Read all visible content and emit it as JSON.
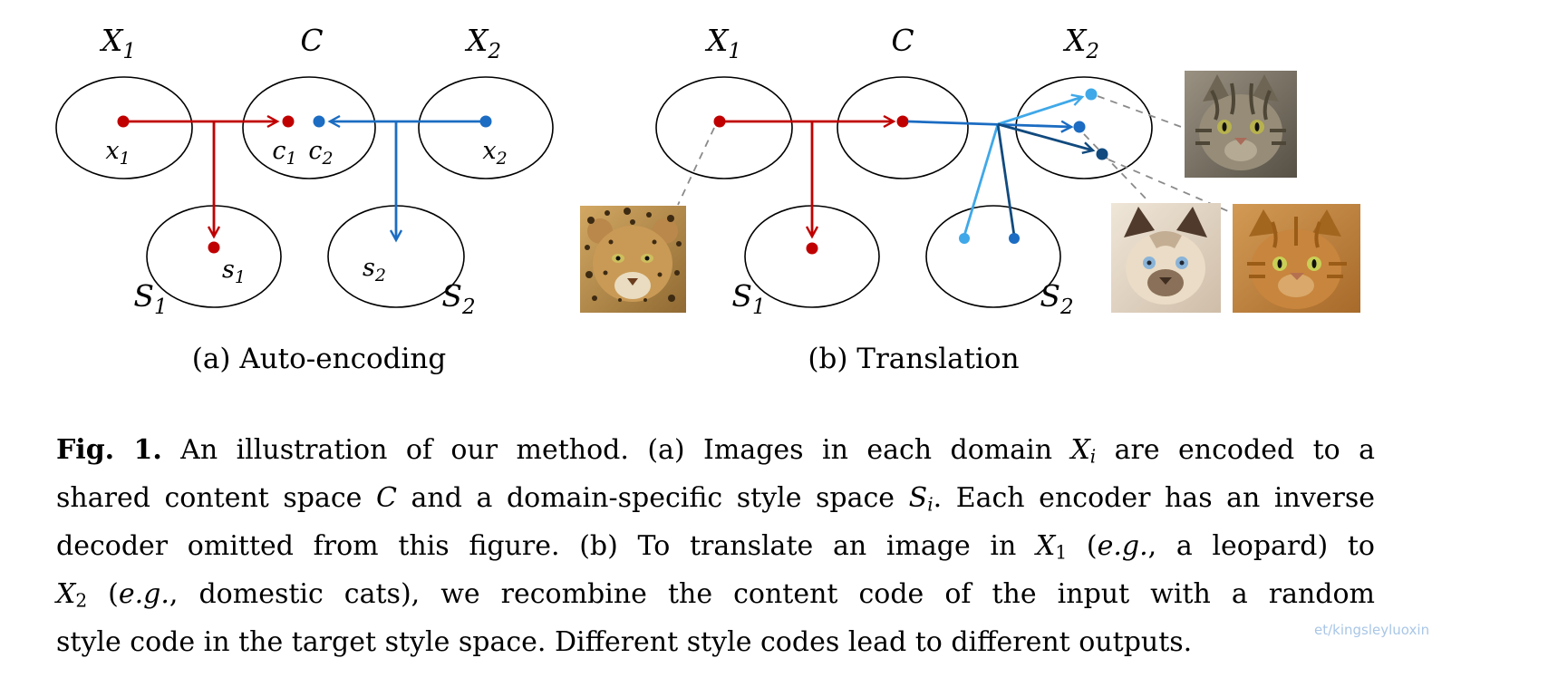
{
  "panel_a": {
    "caption": "(a) Auto-encoding",
    "labels": {
      "X1": {
        "base": "X",
        "sub": "1"
      },
      "C": {
        "base": "C",
        "sub": ""
      },
      "X2": {
        "base": "X",
        "sub": "2"
      },
      "S1": {
        "base": "S",
        "sub": "1"
      },
      "S2": {
        "base": "S",
        "sub": "2"
      },
      "x1": {
        "base": "x",
        "sub": "1"
      },
      "c1": {
        "base": "c",
        "sub": "1"
      },
      "c2": {
        "base": "c",
        "sub": "2"
      },
      "x2": {
        "base": "x",
        "sub": "2"
      },
      "s1": {
        "base": "s",
        "sub": "1"
      },
      "s2": {
        "base": "s",
        "sub": "2"
      }
    }
  },
  "panel_b": {
    "caption": "(b) Translation",
    "labels": {
      "X1": {
        "base": "X",
        "sub": "1"
      },
      "C": {
        "base": "C",
        "sub": ""
      },
      "X2": {
        "base": "X",
        "sub": "2"
      },
      "S1": {
        "base": "S",
        "sub": "1"
      },
      "S2": {
        "base": "S",
        "sub": "2"
      }
    },
    "images": [
      {
        "name": "leopard",
        "role": "input-example"
      },
      {
        "name": "tabby-cat",
        "role": "output-example"
      },
      {
        "name": "siamese-cat",
        "role": "output-example"
      },
      {
        "name": "orange-cat",
        "role": "output-example"
      }
    ]
  },
  "colors": {
    "red": "#c00000",
    "blue": "#1b6cc2",
    "blue_light": "#3fa8e8",
    "blue_mid": "#1b6cc2",
    "blue_dark": "#114a7e",
    "ellipse_stroke": "#000000",
    "dashed": "#8a8a8a",
    "watermark": "#a9c6e6"
  },
  "figure_caption": {
    "lines": [
      [
        {
          "t": "Fig. 1.",
          "b": true
        },
        {
          "t": " An illustration of our method. (a) Images in each domain "
        },
        {
          "t": "X",
          "i": true
        },
        {
          "t": "i",
          "i": true,
          "s": true
        },
        {
          "t": " are encoded to a"
        }
      ],
      [
        {
          "t": "shared content space "
        },
        {
          "t": "C",
          "i": true
        },
        {
          "t": " and a domain-specific style space "
        },
        {
          "t": "S",
          "i": true
        },
        {
          "t": "i",
          "i": true,
          "s": true
        },
        {
          "t": ". Each encoder has an inverse"
        }
      ],
      [
        {
          "t": "decoder omitted from this figure. (b) To translate an image in "
        },
        {
          "t": "X",
          "i": true
        },
        {
          "t": "1",
          "s": true
        },
        {
          "t": " ("
        },
        {
          "t": "e.g.",
          "i": true
        },
        {
          "t": ", a leopard) to"
        }
      ],
      [
        {
          "t": "X",
          "i": true
        },
        {
          "t": "2",
          "s": true
        },
        {
          "t": " ("
        },
        {
          "t": "e.g.",
          "i": true
        },
        {
          "t": ", domestic cats), we recombine the content code of the input with a random"
        }
      ],
      [
        {
          "t": "style code in the target style space. Different style codes lead to different outputs."
        }
      ]
    ]
  },
  "watermark": {
    "text": "et/kingsleyluoxin"
  }
}
